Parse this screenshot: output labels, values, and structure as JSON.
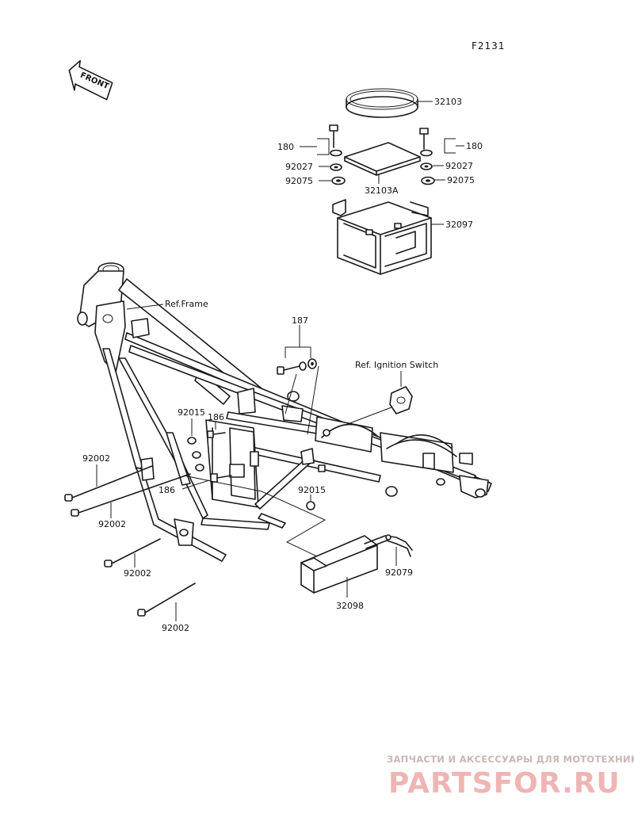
{
  "diagram": {
    "code": "F2131",
    "front_label": "FRONT",
    "labels": {
      "p32103": "32103",
      "p180_left": "180",
      "p180_right": "180",
      "p92027_left": "92027",
      "p92027_right": "92027",
      "p92075_left": "92075",
      "p92075_right": "92075",
      "p32103A": "32103A",
      "p32097": "32097",
      "ref_frame": "Ref.Frame",
      "p187": "187",
      "ref_ignition": "Ref. Ignition Switch",
      "p92015_top": "92015",
      "p186_top": "186",
      "p186_bottom": "186",
      "p92015_bottom": "92015",
      "p92002_a": "92002",
      "p92002_b": "92002",
      "p92002_c": "92002",
      "p92002_d": "92002",
      "p92079": "92079",
      "p32098": "32098"
    }
  },
  "watermark": {
    "tagline": "ЗАПЧАСТИ И АКСЕССУАРЫ ДЛЯ МОТОТЕХНИКИ",
    "brand": "PARTSFOR.RU",
    "color": "#e8a0a0"
  }
}
